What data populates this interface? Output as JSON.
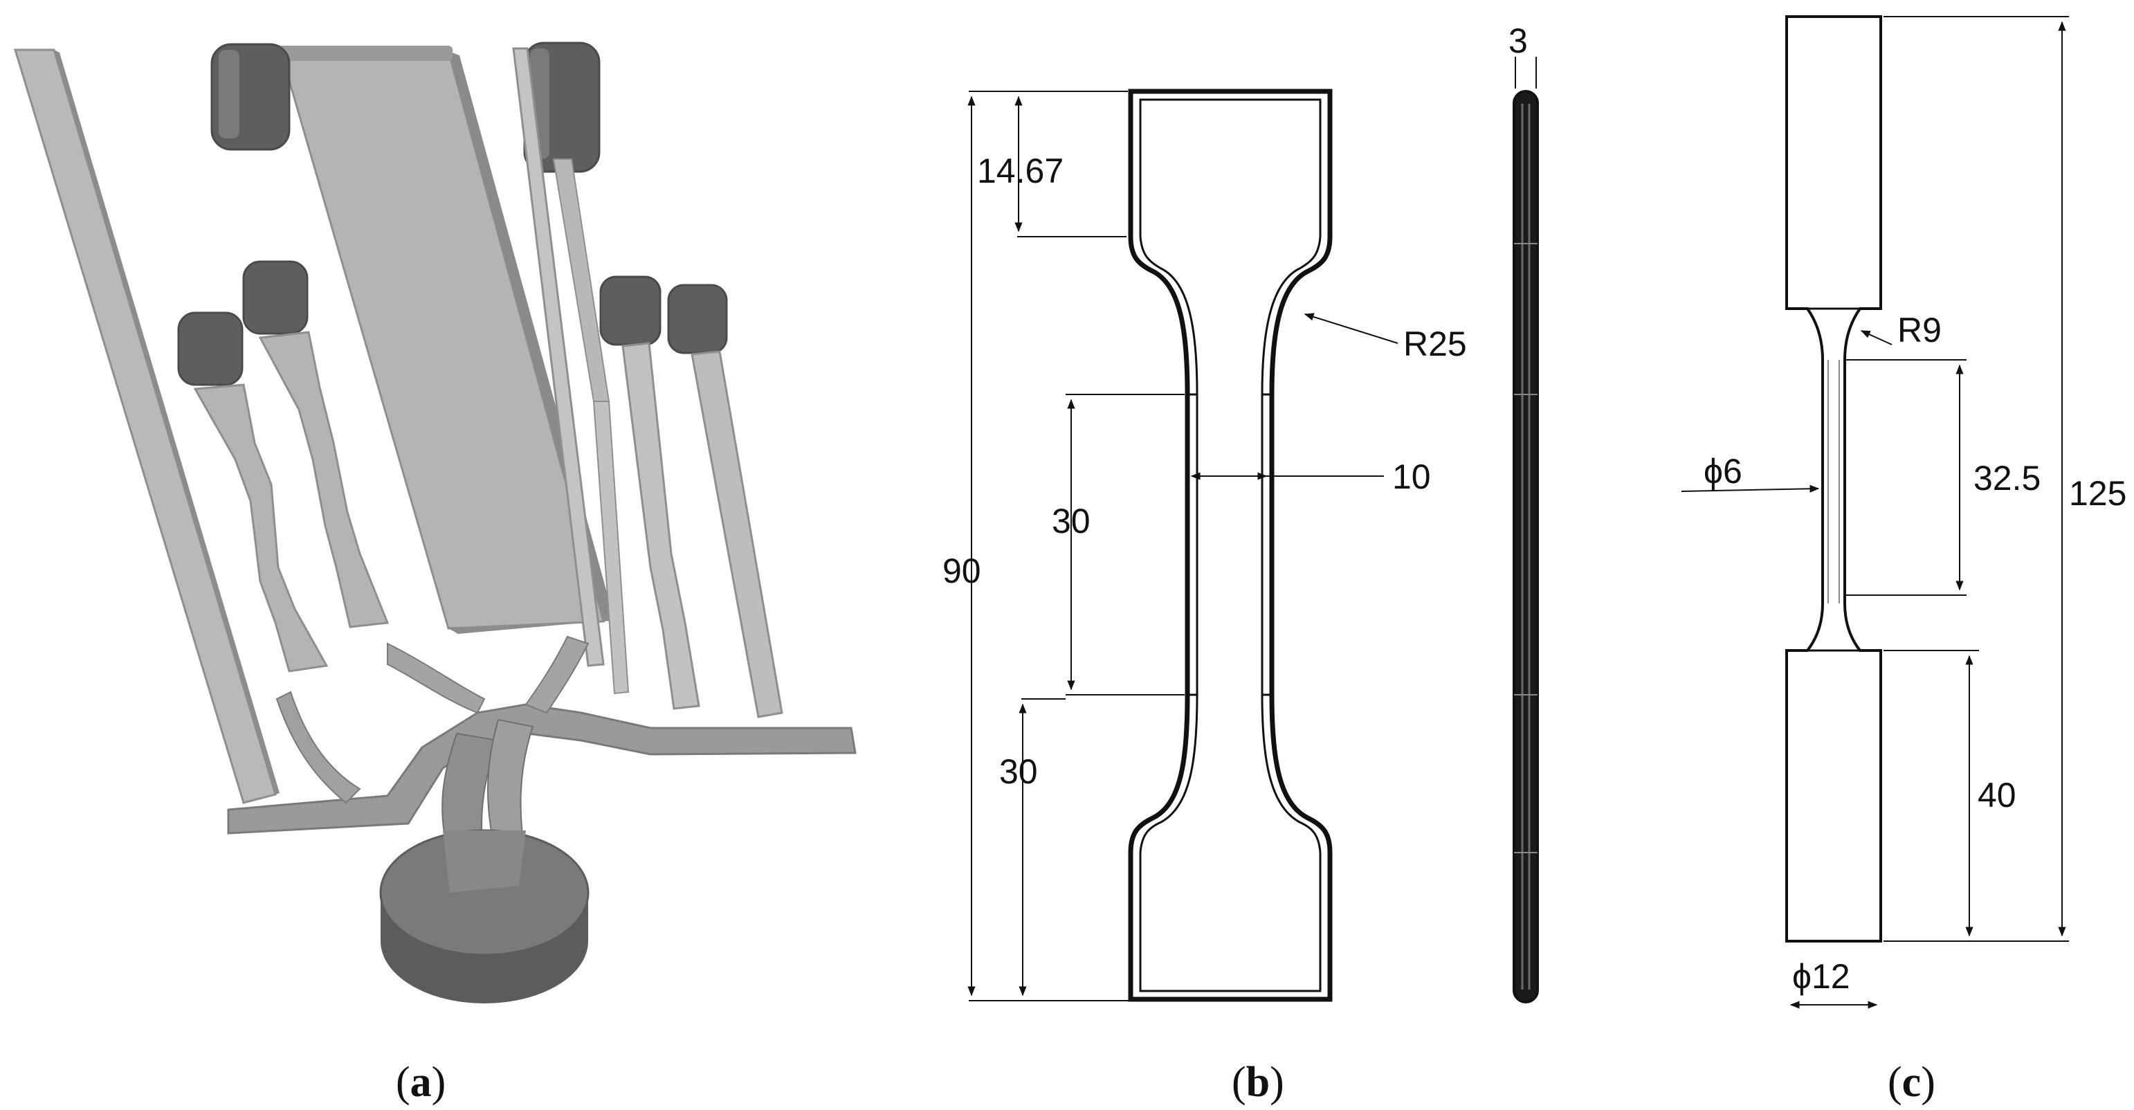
{
  "panels": {
    "a": {
      "label": "a"
    },
    "b": {
      "label": "b",
      "dims": {
        "thickness": "3",
        "grip_length": "14.67",
        "fillet_radius": "R25",
        "gauge_width": "10",
        "gauge_length": "30",
        "total_length": "90",
        "lower_length": "30"
      }
    },
    "c": {
      "label": "c",
      "dims": {
        "fillet_radius": "R9",
        "gauge_diameter": "ϕ6",
        "gauge_length": "32.5",
        "total_length": "125",
        "grip_length": "40",
        "grip_diameter": "ϕ12"
      }
    }
  },
  "colors": {
    "shade_light": "#b4b4b4",
    "shade_mid": "#999999",
    "shade_dark": "#6f6f6f",
    "cap_dark": "#5e5e5e",
    "line": "#111111"
  }
}
